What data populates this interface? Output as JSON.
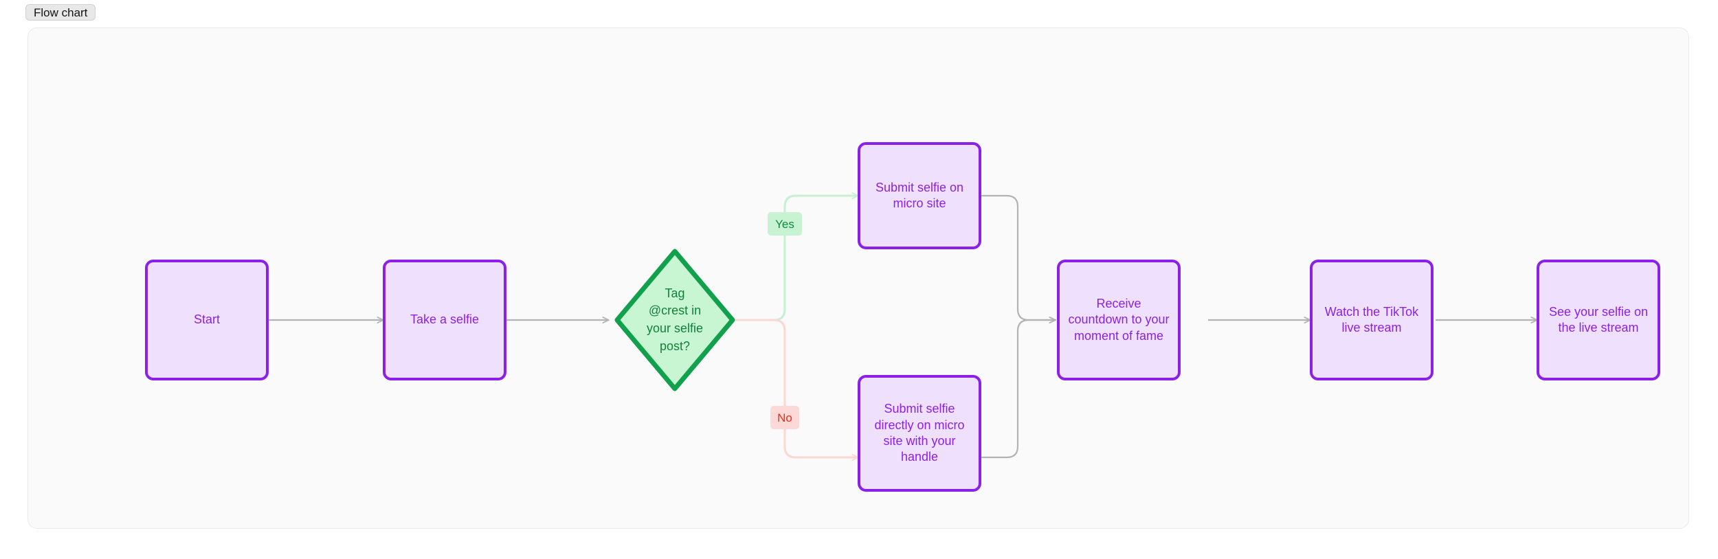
{
  "tab": {
    "label": "Flow chart"
  },
  "colors": {
    "page_background": "#ffffff",
    "canvas_background": "#fafafa",
    "canvas_border": "#eaeaea",
    "tab_background": "#e8e8e8",
    "process_fill": "#efe0fd",
    "process_border": "#8b21e8",
    "process_text": "#8b21e8",
    "decision_fill": "#c8f5d2",
    "decision_border": "#11a14c",
    "decision_text": "#13803a",
    "edge_default": "#b3b3b3",
    "edge_yes": "#c6f0d2",
    "edge_no": "#fbd7d2",
    "label_yes_fill": "#c8f3d2",
    "label_yes_text": "#0b8b3e",
    "label_no_fill": "#fcd9d6",
    "label_no_text": "#ec2b1b"
  },
  "nodes": [
    {
      "id": "start",
      "type": "process",
      "label": "Start"
    },
    {
      "id": "selfie",
      "type": "process",
      "label": "Take a selfie"
    },
    {
      "id": "decision",
      "type": "decision",
      "label": "Tag\n@crest in\nyour selfie\npost?"
    },
    {
      "id": "submit-yes",
      "type": "process",
      "label": "Submit selfie on\nmicro site"
    },
    {
      "id": "submit-no",
      "type": "process",
      "label": "Submit selfie\ndirectly on micro\nsite with your\nhandle"
    },
    {
      "id": "countdown",
      "type": "process",
      "label": "Receive\ncountdown to your\nmoment of fame"
    },
    {
      "id": "watch",
      "type": "process",
      "label": "Watch the TikTok\nlive stream"
    },
    {
      "id": "see",
      "type": "process",
      "label": "See your selfie on\nthe live stream"
    }
  ],
  "edge_labels": [
    {
      "id": "yes",
      "label": "Yes"
    },
    {
      "id": "no",
      "label": "No"
    }
  ],
  "edges": [
    {
      "from": "start",
      "to": "selfie",
      "label": "",
      "color": "default"
    },
    {
      "from": "selfie",
      "to": "decision",
      "label": "",
      "color": "default"
    },
    {
      "from": "decision",
      "to": "submit-yes",
      "label": "Yes",
      "color": "yes"
    },
    {
      "from": "decision",
      "to": "submit-no",
      "label": "No",
      "color": "no"
    },
    {
      "from": "submit-yes",
      "to": "countdown",
      "label": "",
      "color": "default"
    },
    {
      "from": "submit-no",
      "to": "countdown",
      "label": "",
      "color": "default"
    },
    {
      "from": "countdown",
      "to": "watch",
      "label": "",
      "color": "default"
    },
    {
      "from": "watch",
      "to": "see",
      "label": "",
      "color": "default"
    }
  ]
}
